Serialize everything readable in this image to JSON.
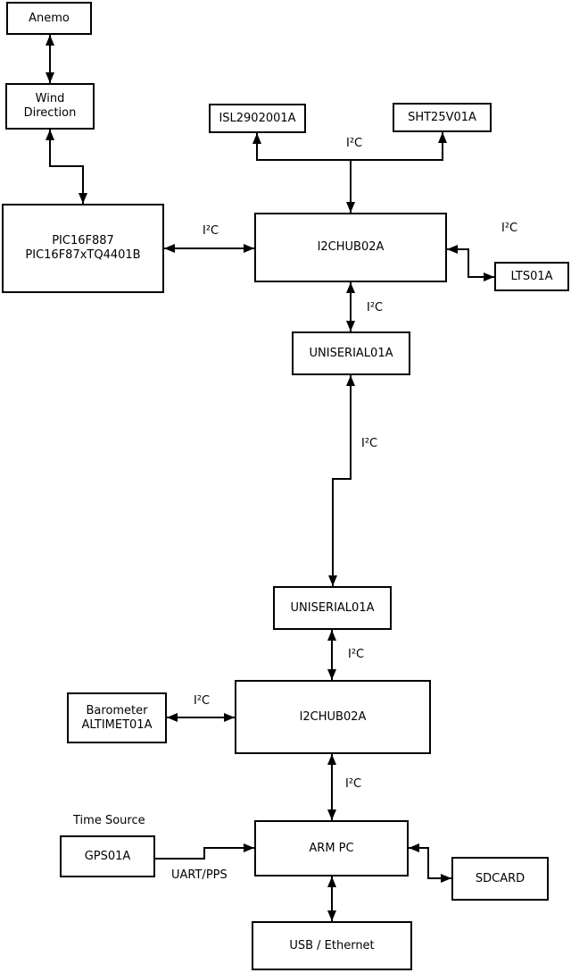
{
  "diagram": {
    "boxes": {
      "anemo": "Anemo",
      "wind_direction": "Wind\nDirection",
      "pic": "PIC16F887\nPIC16F87xTQ4401B",
      "isl": "ISL2902001A",
      "sht": "SHT25V01A",
      "i2chub_1": "I2CHUB02A",
      "lts": "LTS01A",
      "uniserial_1": "UNISERIAL01A",
      "uniserial_2": "UNISERIAL01A",
      "barometer": "Barometer\nALTIMET01A",
      "i2chub_2": "I2CHUB02A",
      "gps": "GPS01A",
      "arm_pc": "ARM PC",
      "sdcard": "SDCARD",
      "usb_ethernet": "USB / Ethernet"
    },
    "labels": {
      "i2c": "I²C",
      "time_source": "Time Source",
      "uart_pps": "UART/PPS"
    },
    "colors": {
      "line": "#000000",
      "box_fill": "#ffffff",
      "background": "#ffffff"
    }
  }
}
